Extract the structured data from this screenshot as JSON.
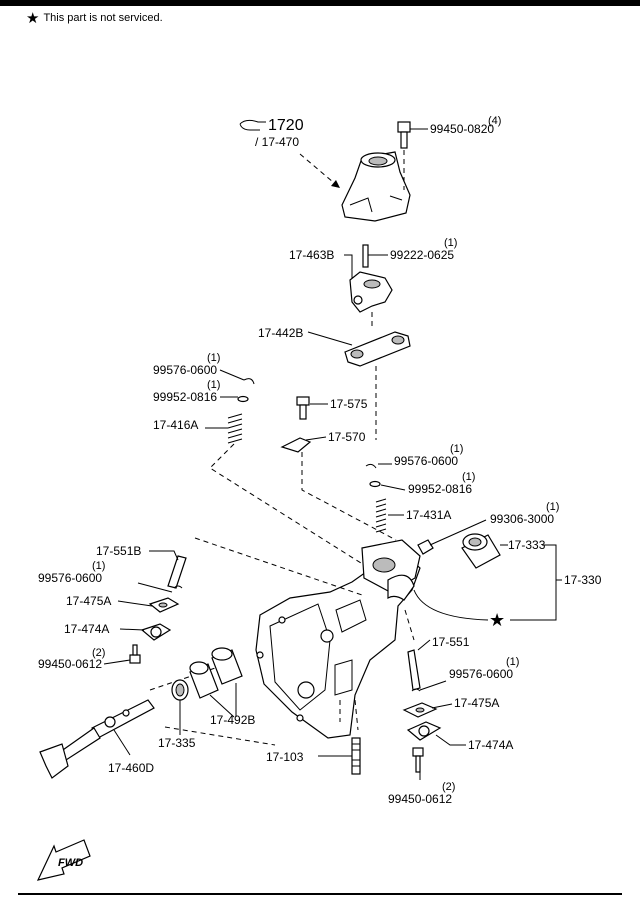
{
  "header": {
    "note_symbol": "★",
    "note_text": "This part is not serviced."
  },
  "reference": {
    "icon": "pointing-hand-icon",
    "section": "1720",
    "subref": "/ 17-470"
  },
  "callouts": [
    {
      "id": "c1",
      "part": "99450-0820",
      "qty": "(4)"
    },
    {
      "id": "c2",
      "part": "17-463B",
      "qty": ""
    },
    {
      "id": "c3",
      "part": "99222-0625",
      "qty": "(1)"
    },
    {
      "id": "c4",
      "part": "17-442B",
      "qty": ""
    },
    {
      "id": "c5",
      "part": "99576-0600",
      "qty": "(1)"
    },
    {
      "id": "c6",
      "part": "99952-0816",
      "qty": "(1)"
    },
    {
      "id": "c7",
      "part": "17-416A",
      "qty": ""
    },
    {
      "id": "c8",
      "part": "17-575",
      "qty": ""
    },
    {
      "id": "c9",
      "part": "17-570",
      "qty": ""
    },
    {
      "id": "c10",
      "part": "99576-0600",
      "qty": "(1)"
    },
    {
      "id": "c11",
      "part": "99952-0816",
      "qty": "(1)"
    },
    {
      "id": "c12",
      "part": "17-431A",
      "qty": ""
    },
    {
      "id": "c13",
      "part": "99306-3000",
      "qty": "(1)"
    },
    {
      "id": "c14",
      "part": "17-333",
      "qty": ""
    },
    {
      "id": "c15",
      "part": "17-330",
      "qty": ""
    },
    {
      "id": "c16",
      "part": "17-551B",
      "qty": ""
    },
    {
      "id": "c17",
      "part": "99576-0600",
      "qty": "(1)"
    },
    {
      "id": "c18",
      "part": "17-475A",
      "qty": ""
    },
    {
      "id": "c19",
      "part": "17-474A",
      "qty": ""
    },
    {
      "id": "c20",
      "part": "99450-0612",
      "qty": "(2)"
    },
    {
      "id": "c21",
      "part": "17-551",
      "qty": ""
    },
    {
      "id": "c22",
      "part": "99576-0600",
      "qty": "(1)"
    },
    {
      "id": "c23",
      "part": "17-475A",
      "qty": ""
    },
    {
      "id": "c24",
      "part": "17-474A",
      "qty": ""
    },
    {
      "id": "c25",
      "part": "99450-0612",
      "qty": "(2)"
    },
    {
      "id": "c26",
      "part": "17-492B",
      "qty": ""
    },
    {
      "id": "c27",
      "part": "17-335",
      "qty": ""
    },
    {
      "id": "c28",
      "part": "17-460D",
      "qty": ""
    },
    {
      "id": "c29",
      "part": "17-103",
      "qty": ""
    }
  ],
  "not_serviced_marker": "★",
  "fwd_label": "FWD"
}
